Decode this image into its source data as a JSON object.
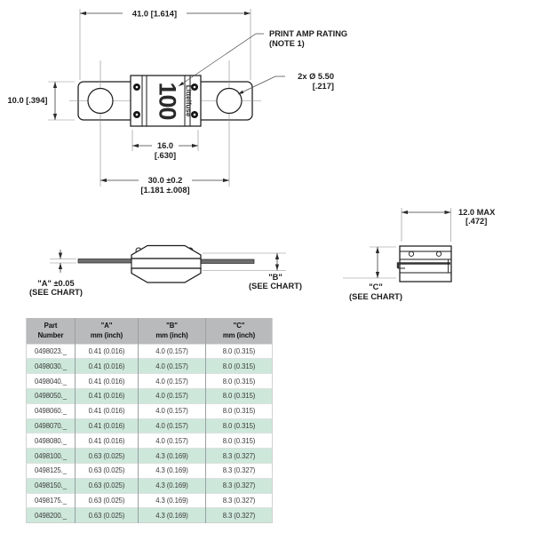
{
  "colors": {
    "row_alt_bg": "#cde7db",
    "header_bg": "#b9babc",
    "line": "#1a1a1a"
  },
  "drawing": {
    "front_view": {
      "dim_length": "41.0 [1.614]",
      "dim_height": "10.0 [.394]",
      "dim_body": "16.0",
      "dim_body_in": "[.630]",
      "dim_holes": "30.0 ±0.2",
      "dim_holes_in": "[1.181 ±.008]",
      "callout_print_1": "PRINT AMP RATING",
      "callout_print_2": "(NOTE 1)",
      "callout_holes_1": "2x Ø 5.50",
      "callout_holes_2": "[.217]",
      "marking_amp": "100",
      "marking_brand": "Littelfuse"
    },
    "side_view": {
      "label_a_1": "\"A\" ±0.05",
      "label_a_2": "(SEE CHART)",
      "label_b_1": "\"B\"",
      "label_b_2": "(SEE CHART)"
    },
    "end_view": {
      "dim_width_1": "12.0 MAX",
      "dim_width_2": "[.472]",
      "label_c_1": "\"C\"",
      "label_c_2": "(SEE CHART)"
    }
  },
  "table": {
    "headers": [
      {
        "line1": "Part",
        "line2": "Number"
      },
      {
        "line1": "\"A\"",
        "line2": "mm (inch)"
      },
      {
        "line1": "\"B\"",
        "line2": "mm (inch)"
      },
      {
        "line1": "\"C\"",
        "line2": "mm (inch)"
      }
    ],
    "rows": [
      {
        "part": "0498023._",
        "a": "0.41 (0.016)",
        "b": "4.0 (0.157)",
        "c": "8.0 (0.315)"
      },
      {
        "part": "0498030._",
        "a": "0.41 (0.016)",
        "b": "4.0 (0.157)",
        "c": "8.0 (0.315)"
      },
      {
        "part": "0498040._",
        "a": "0.41 (0.016)",
        "b": "4.0 (0.157)",
        "c": "8.0 (0.315)"
      },
      {
        "part": "0498050._",
        "a": "0.41 (0.016)",
        "b": "4.0 (0.157)",
        "c": "8.0 (0.315)"
      },
      {
        "part": "0498060._",
        "a": "0.41 (0.016)",
        "b": "4.0 (0.157)",
        "c": "8.0 (0.315)"
      },
      {
        "part": "0498070._",
        "a": "0.41 (0.016)",
        "b": "4.0 (0.157)",
        "c": "8.0 (0.315)"
      },
      {
        "part": "0498080._",
        "a": "0.41 (0.016)",
        "b": "4.0 (0.157)",
        "c": "8.0 (0.315)"
      },
      {
        "part": "0498100._",
        "a": "0.63 (0.025)",
        "b": "4.3 (0.169)",
        "c": "8.3 (0.327)"
      },
      {
        "part": "0498125._",
        "a": "0.63 (0.025)",
        "b": "4.3 (0.169)",
        "c": "8.3 (0.327)"
      },
      {
        "part": "0498150._",
        "a": "0.63 (0.025)",
        "b": "4.3 (0.169)",
        "c": "8.3 (0.327)"
      },
      {
        "part": "0498175._",
        "a": "0.63 (0.025)",
        "b": "4.3 (0.169)",
        "c": "8.3 (0.327)"
      },
      {
        "part": "0498200._",
        "a": "0.63 (0.025)",
        "b": "4.3 (0.169)",
        "c": "8.3 (0.327)"
      }
    ]
  }
}
